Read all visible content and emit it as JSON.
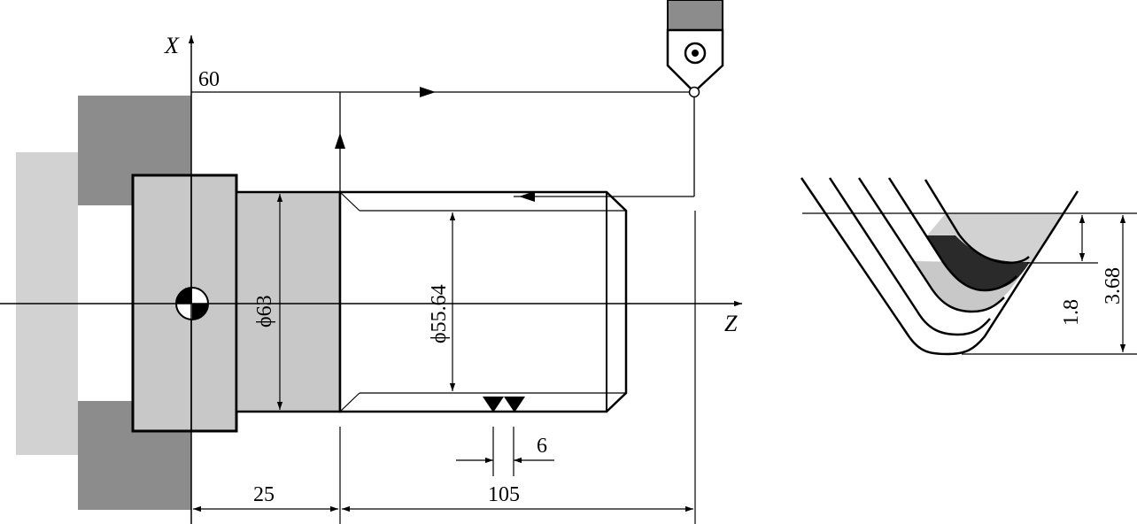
{
  "axes": {
    "x_label": "X",
    "z_label": "Z"
  },
  "dimensions": {
    "start_x": "60",
    "outer_diameter": "ϕ63",
    "root_diameter": "ϕ55.64",
    "thread_pitch": "6",
    "shoulder_length": "25",
    "thread_length": "105",
    "first_cut_depth": "1.8",
    "total_depth": "3.68"
  },
  "colors": {
    "chuck_outer": "#d2d2d2",
    "jaw": "#8c8c8c",
    "shoulder": "#c8c8c8",
    "cut_dark": "#2a2a2a",
    "cut_light": "#c8c8c8",
    "tool_body": "#8c8c8c"
  }
}
